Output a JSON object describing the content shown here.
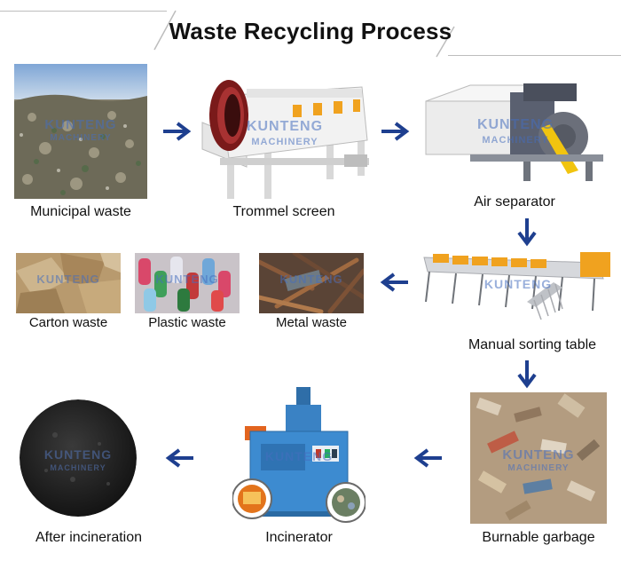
{
  "title": "Waste Recycling Process",
  "watermark": {
    "brand": "KUNTENG",
    "sub": "MACHINERY"
  },
  "steps": {
    "municipal": "Municipal waste",
    "trommel": "Trommel screen",
    "air": "Air separator",
    "carton": "Carton waste",
    "plastic": "Plastic waste",
    "metal": "Metal waste",
    "manual": "Manual sorting table",
    "burnable": "Burnable garbage",
    "incinerator": "Incinerator",
    "after": "After incineration"
  },
  "colors": {
    "arrow": "#1e3f8f",
    "title": "#111111"
  }
}
